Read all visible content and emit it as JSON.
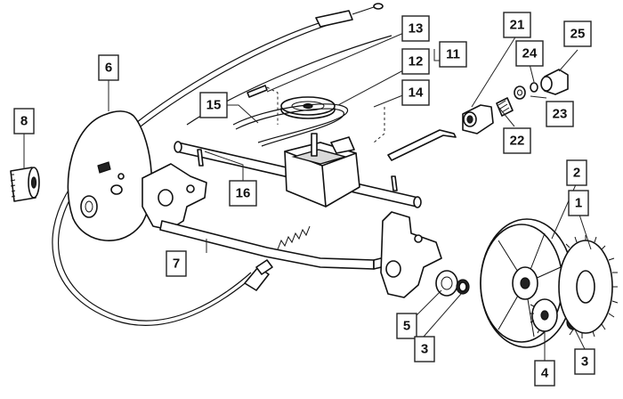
{
  "callouts": [
    {
      "id": "c1",
      "label": "1"
    },
    {
      "id": "c2",
      "label": "2"
    },
    {
      "id": "c3a",
      "label": "3"
    },
    {
      "id": "c3b",
      "label": "3"
    },
    {
      "id": "c4",
      "label": "4"
    },
    {
      "id": "c5",
      "label": "5"
    },
    {
      "id": "c6",
      "label": "6"
    },
    {
      "id": "c7",
      "label": "7"
    },
    {
      "id": "c8",
      "label": "8"
    },
    {
      "id": "c11",
      "label": "11"
    },
    {
      "id": "c12",
      "label": "12"
    },
    {
      "id": "c13",
      "label": "13"
    },
    {
      "id": "c14",
      "label": "14"
    },
    {
      "id": "c15",
      "label": "15"
    },
    {
      "id": "c16",
      "label": "16"
    },
    {
      "id": "c21",
      "label": "21"
    },
    {
      "id": "c22",
      "label": "22"
    },
    {
      "id": "c23",
      "label": "23"
    },
    {
      "id": "c24",
      "label": "24"
    },
    {
      "id": "c25",
      "label": "25"
    }
  ]
}
